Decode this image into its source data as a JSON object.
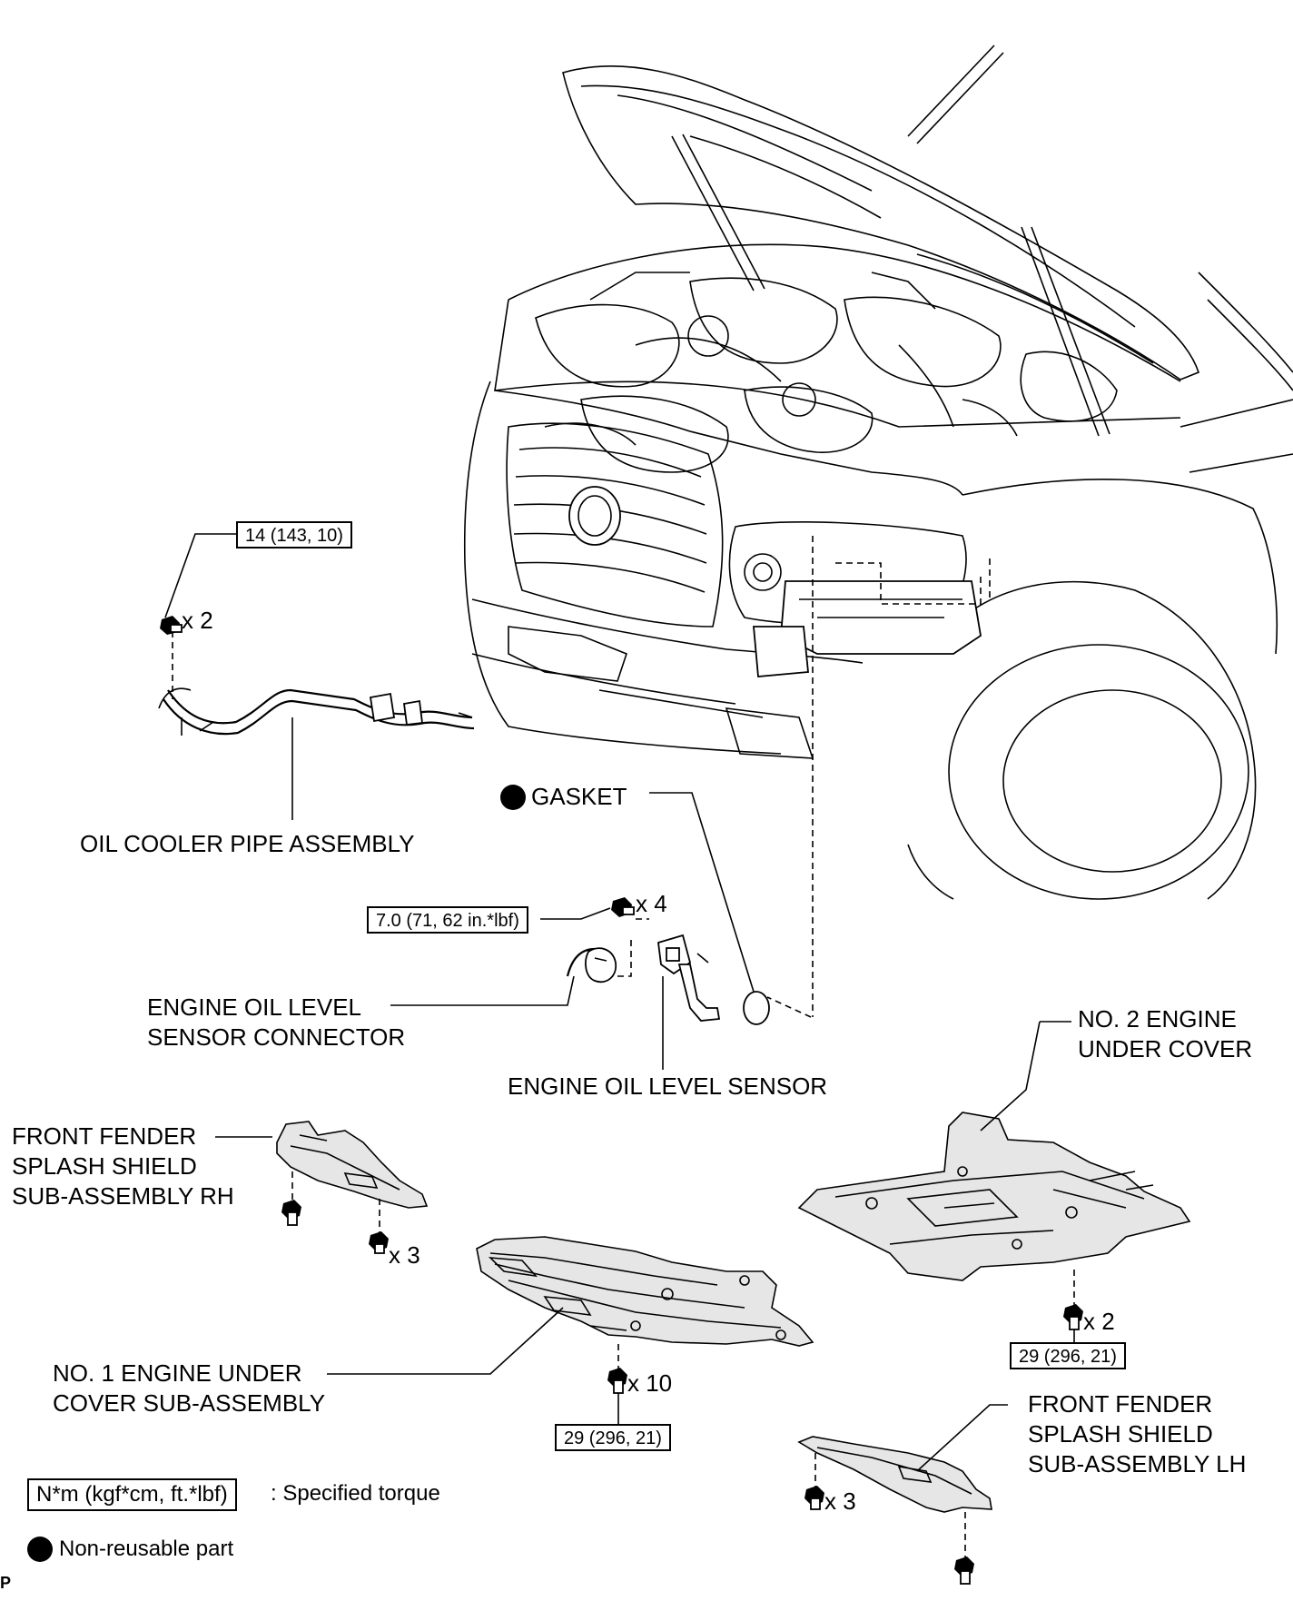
{
  "labels": {
    "oil_cooler_pipe": "OIL COOLER PIPE ASSEMBLY",
    "gasket": "GASKET",
    "oil_level_connector": "ENGINE OIL LEVEL\nSENSOR CONNECTOR",
    "oil_level_sensor": "ENGINE OIL LEVEL SENSOR",
    "no2_under_cover": "NO. 2 ENGINE\nUNDER COVER",
    "splash_shield_rh": "FRONT FENDER\nSPLASH SHIELD\nSUB-ASSEMBLY RH",
    "no1_under_cover": "NO. 1 ENGINE UNDER\nCOVER SUB-ASSEMBLY",
    "splash_shield_lh": "FRONT FENDER\nSPLASH SHIELD\nSUB-ASSEMBLY LH"
  },
  "torques": {
    "pipe_bolt": "14 (143, 10)",
    "sensor_bolt": "7.0 (71, 62 in.*lbf)",
    "no2_bolt": "29 (296, 21)",
    "no1_bolt": "29 (296, 21)"
  },
  "quantities": {
    "pipe_bolt": "x 2",
    "sensor_bolt": "x 4",
    "rh_bolt": "x 3",
    "no1_bolt": "x 10",
    "no2_bolt": "x 2",
    "lh_bolt": "x 3"
  },
  "legend": {
    "torque_box": "N*m (kgf*cm, ft.*lbf)",
    "torque_text": ": Specified torque",
    "nonreusable_text": "Non-reusable part"
  },
  "corner_mark": "P"
}
